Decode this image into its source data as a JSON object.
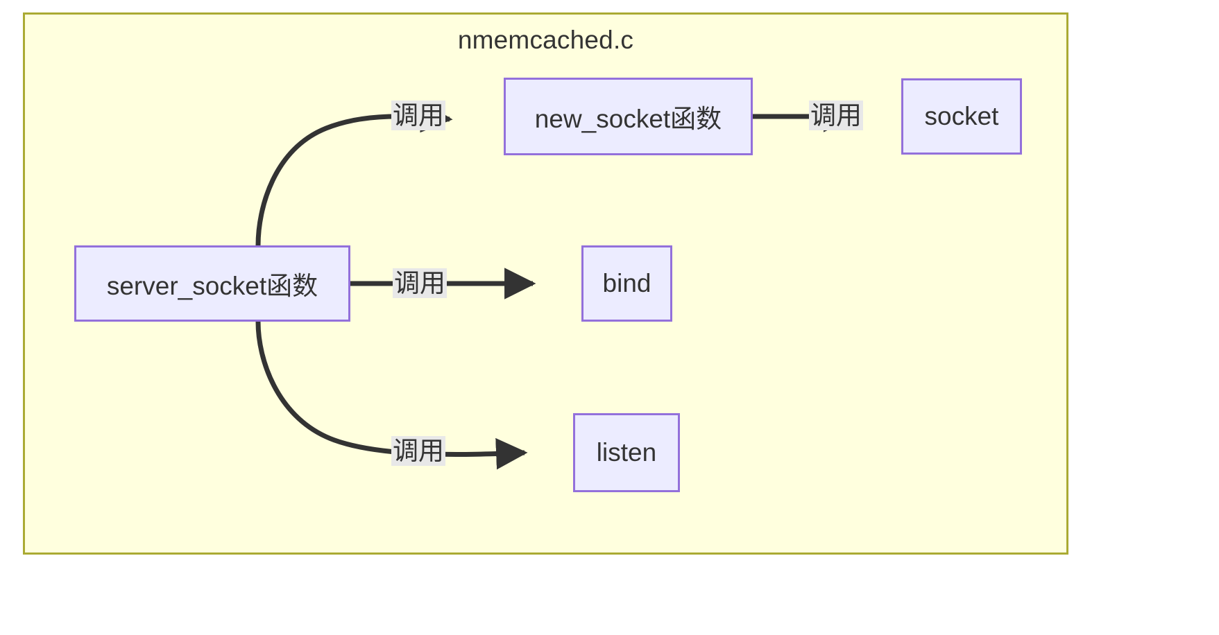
{
  "diagram": {
    "type": "flowchart",
    "subgraph_title": "nmemcached.c",
    "colors": {
      "subgraph_fill": "#ffffde",
      "subgraph_border": "#aaaa33",
      "node_fill": "#ececff",
      "node_border": "#9370db",
      "edge_stroke": "#333333",
      "label_background": "#e8e8e8",
      "text": "#333333"
    },
    "nodes": [
      {
        "id": "server_socket",
        "label": "server_socket函数"
      },
      {
        "id": "new_socket",
        "label": "new_socket函数"
      },
      {
        "id": "socket",
        "label": "socket"
      },
      {
        "id": "bind",
        "label": "bind"
      },
      {
        "id": "listen",
        "label": "listen"
      }
    ],
    "edges": [
      {
        "from": "server_socket",
        "to": "new_socket",
        "label": "调用"
      },
      {
        "from": "new_socket",
        "to": "socket",
        "label": "调用"
      },
      {
        "from": "server_socket",
        "to": "bind",
        "label": "调用"
      },
      {
        "from": "server_socket",
        "to": "listen",
        "label": "调用"
      }
    ]
  }
}
